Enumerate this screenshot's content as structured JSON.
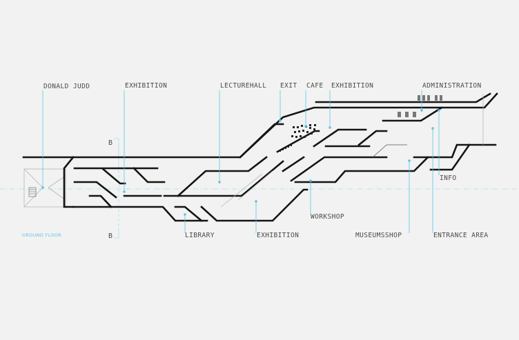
{
  "accent_color": "#5bc4e6",
  "line_color": "#141414",
  "background_color": "#f2f2f2",
  "labels": {
    "donald_judd": "DONALD JUDD",
    "exhibition_1": "EXHIBITION",
    "lecturehall": "LECTUREHALL",
    "exit": "EXIT",
    "cafe": "CAFE",
    "exhibition_2": "EXHIBITION",
    "administration": "ADMINISTRATION",
    "info": "INFO",
    "workshop": "WORKSHOP",
    "library": "LIBRARY",
    "exhibition_3": "EXHIBITION",
    "museumsshop": "MUSEUMSSHOP",
    "entrance_area": "ENTRANCE AREA",
    "section_mark_top": "B",
    "section_mark_bottom": "B",
    "floor_title": "GROUND FLOOR"
  }
}
